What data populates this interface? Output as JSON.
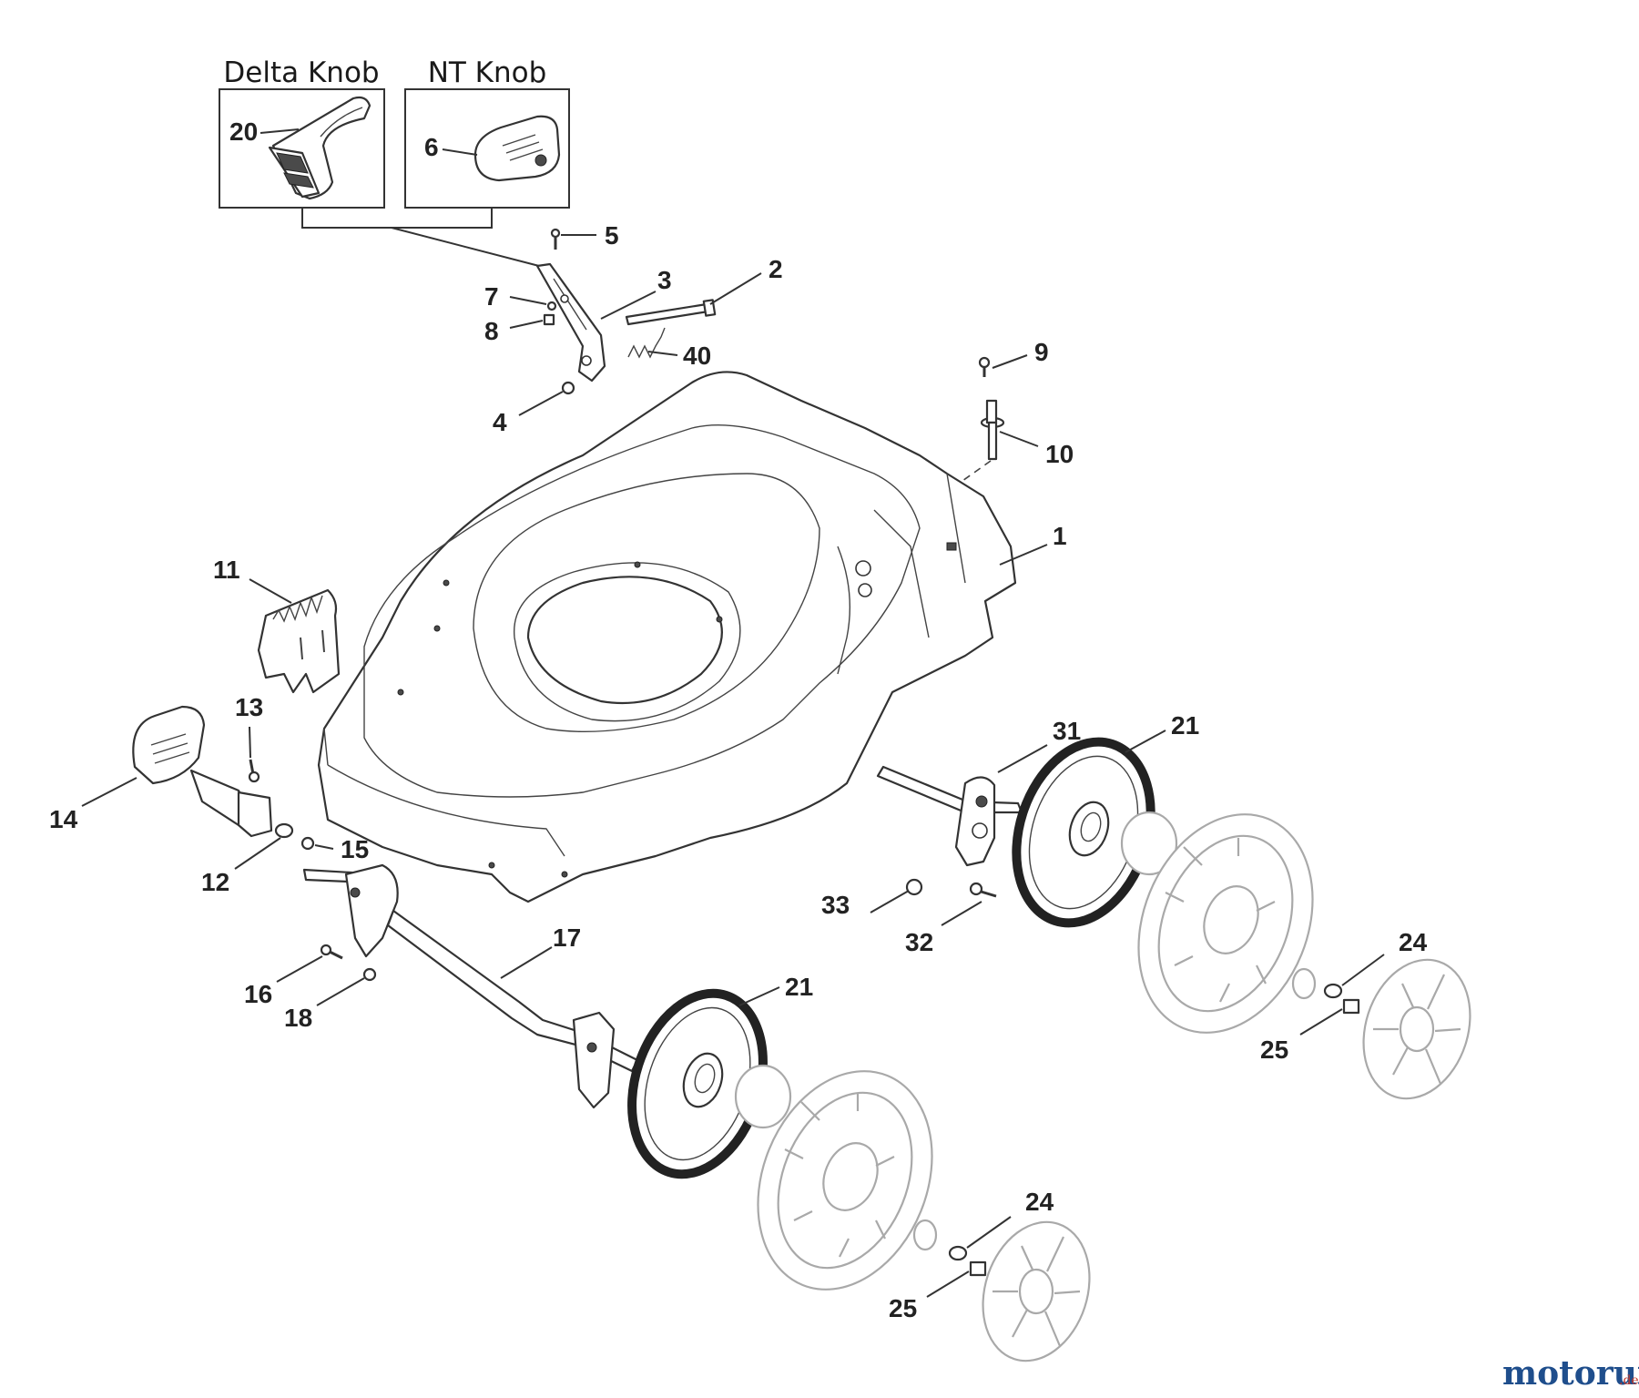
{
  "insets": {
    "delta_title": "Delta Knob",
    "nt_title": "NT Knob"
  },
  "callouts": {
    "c20": "20",
    "c6": "6",
    "c5": "5",
    "c2": "2",
    "c3": "3",
    "c7": "7",
    "c8": "8",
    "c40": "40",
    "c4": "4",
    "c9": "9",
    "c10": "10",
    "c1": "1",
    "c11": "11",
    "c13": "13",
    "c14": "14",
    "c15": "15",
    "c12": "12",
    "c31": "31",
    "c21a": "21",
    "c33": "33",
    "c32": "32",
    "c17": "17",
    "c24a": "24",
    "c25a": "25",
    "c16": "16",
    "c18": "18",
    "c21b": "21",
    "c24b": "24",
    "c25b": "25"
  },
  "watermark": {
    "brand": "motoruf",
    "suffix": ".de"
  },
  "colors": {
    "line": "#333333",
    "ghost": "#a9a9a9",
    "brand_blue": "#1f4e8c",
    "brand_red": "#c0392b",
    "brand_yellow": "#e0a800"
  }
}
